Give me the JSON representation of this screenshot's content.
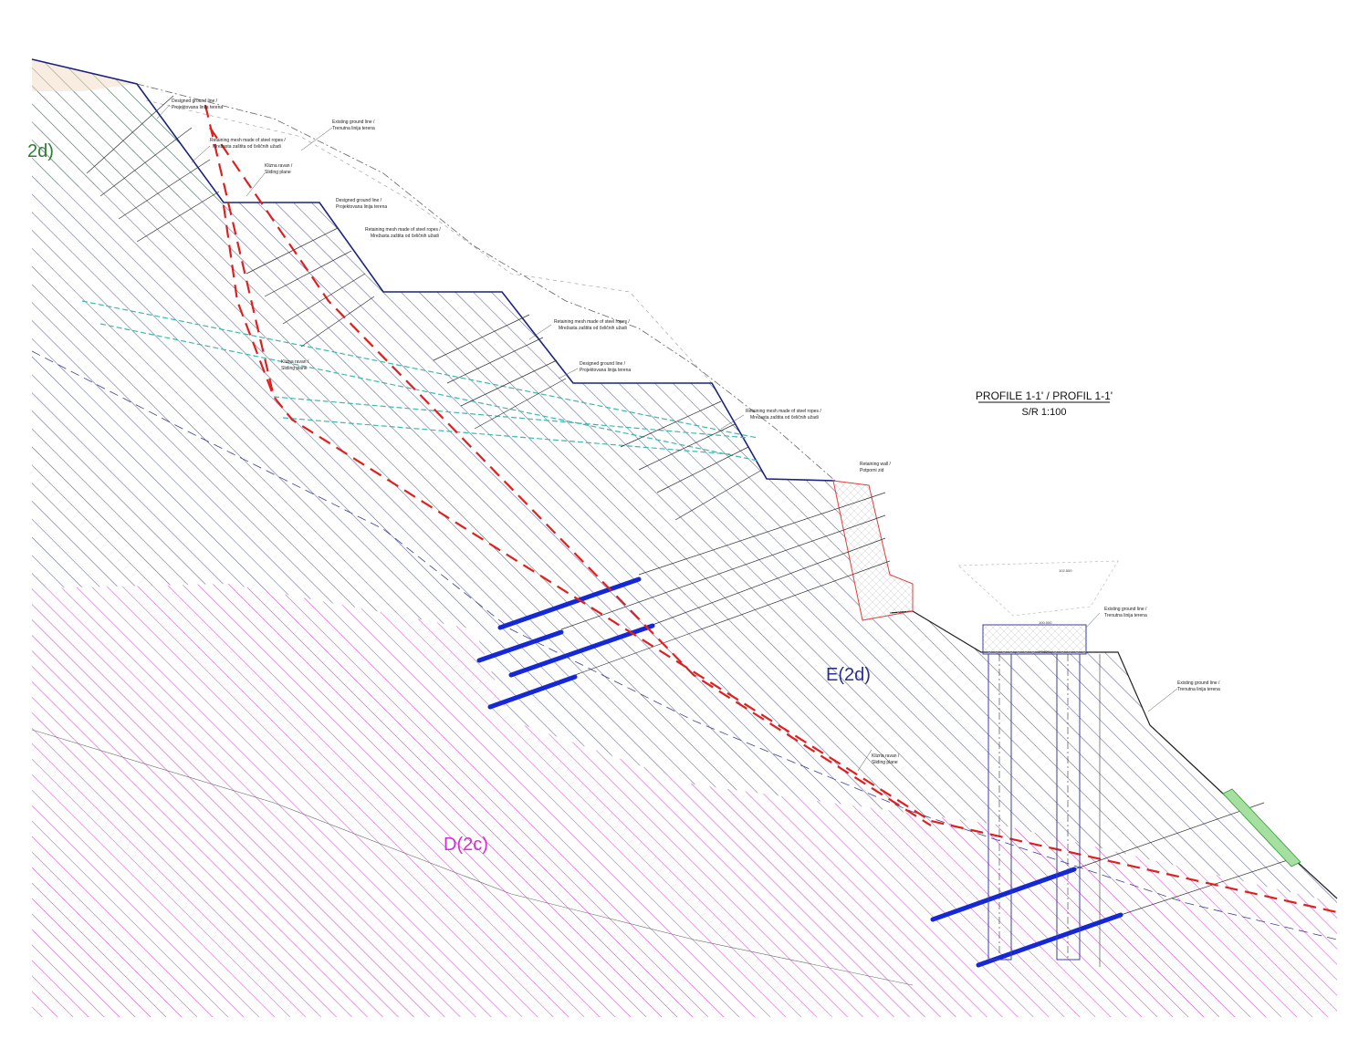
{
  "title": {
    "profile": "PROFILE 1-1' / PROFIL 1-1'",
    "scale": "S/R 1:100"
  },
  "zones": {
    "upper_left": "2d)",
    "e_zone": "E(2d)",
    "d_zone": "D(2c)"
  },
  "annotations": {
    "designed_ground_1": [
      "Designed ground line /",
      "Projektovana linija terena"
    ],
    "designed_ground_2": [
      "Designed ground line /",
      "Projektovana linija terena"
    ],
    "designed_ground_3": [
      "Designed ground line /",
      "Projektovana linija terena"
    ],
    "existing_ground_1": [
      "Existing ground line /",
      "Trenutna linija terena"
    ],
    "existing_ground_2": [
      "Existing ground line /",
      "Trenutna linija terena"
    ],
    "existing_ground_3": [
      "Existing ground line /",
      "Trenutna linija terena"
    ],
    "mesh_1": [
      "Retaining mesh made of steel ropes /",
      "Mrežasta zaštita od čeličnih užadi"
    ],
    "mesh_2": [
      "Retaining mesh made of steel ropes /",
      "Mrežasta zaštita od čeličnih užadi"
    ],
    "mesh_3": [
      "Retaining mesh made of steel ropes /",
      "Mrežasta zaštita od čeličnih užadi"
    ],
    "mesh_4": [
      "Retaining mesh made of steel ropes /",
      "Mrežasta zaštita od čeličnih užadi"
    ],
    "sliding_1": [
      "Klizna ravan /",
      "Sliding plane"
    ],
    "sliding_2": [
      "Klizna ravan /",
      "Sliding plane"
    ],
    "sliding_3": [
      "Klizna ravan /",
      "Sliding plane"
    ],
    "retaining_wall": [
      "Retaining wall /",
      "Potporni zid"
    ],
    "elevation_top": "102.500",
    "elevation_1": "100.000",
    "elevation_2": "97.000"
  },
  "colors": {
    "ground_line": "#1a237e",
    "sliding_plane": "#e02020",
    "anchor": "#1428d8",
    "zone_d": "#d040d0",
    "zone_e": "#2b2f6e",
    "drain": "#3cb8b0",
    "wall": "#e04040"
  }
}
